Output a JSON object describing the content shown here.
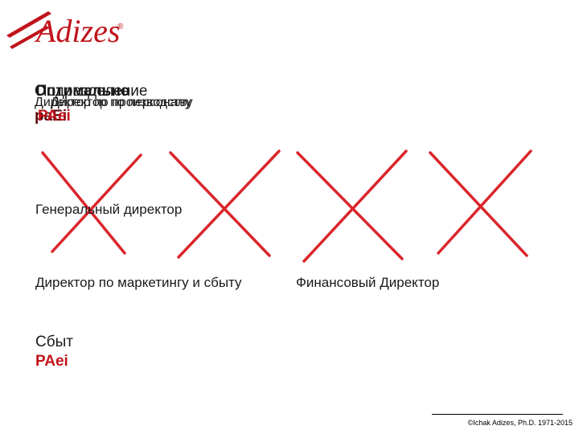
{
  "logo": {
    "text": "Adizes",
    "mark": "®",
    "color": "#c0141b"
  },
  "overlapping_roles": [
    "Оптимально",
    "Подразделение",
    "Директор по производству",
    "Директор по персоналу"
  ],
  "overlapping_codes": [
    "paEi",
    "PAei"
  ],
  "roles": {
    "general_director": "Генеральный директор",
    "marketing_director": "Директор по маркетингу и сбыту",
    "finance_director": "Финансовый Директор"
  },
  "sales": {
    "label": "Сбыт",
    "code": "PAei"
  },
  "footer": {
    "copyright": "©Ichak Adizes, Ph.D. 1971-2015"
  },
  "colors": {
    "accent": "#c0141b",
    "cross": "#d9262c"
  }
}
